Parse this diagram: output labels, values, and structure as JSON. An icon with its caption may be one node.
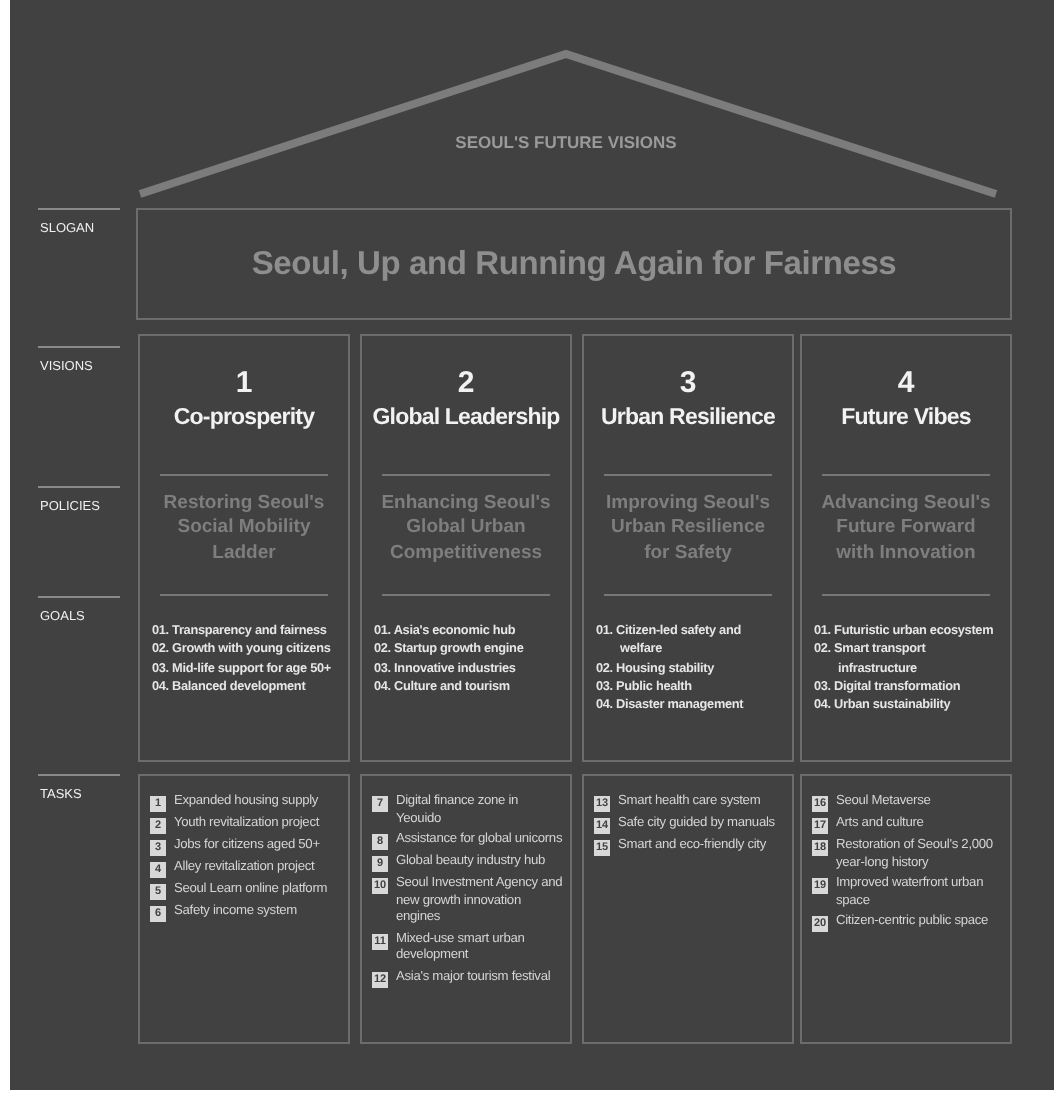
{
  "diagram": {
    "title": "SEOUL'S FUTURE VISIONS",
    "nodes": [
      {
        "text": [
          "Seoul, Up and Running Again for Fairness"
        ]
      },
      {
        "text": [
          "1",
          "Co-prosperity",
          "Restoring Seoul's Social Mobility Ladder",
          "01. Transparency and fairness",
          "02. Growth with young citizens",
          "03. Mid-life support for age 50+",
          "04. Balanced development"
        ]
      },
      {
        "text": [
          "2",
          "Global Leadership",
          "Enhancing Seoul's Global Urban Competitiveness",
          "01. Asia's economic hub",
          "02. Startup growth engine",
          "03. Innovative industries",
          "04. Culture and tourism"
        ]
      },
      {
        "text": [
          "3",
          "Urban Resilience",
          "Improving Seoul's Urban Resilience for Safety",
          "01. Citizen-led safety and welfare",
          "02. Housing stability",
          "03. Public health",
          "04. Disaster management"
        ]
      },
      {
        "text": [
          "4",
          "Future Vibes",
          "Advancing Seoul's Future Forward with Innovation",
          "01. Futuristic urban ecosystem",
          "02. Smart transport infrastructure",
          "03. Digital transformation",
          "04. Urban sustainability"
        ]
      },
      {
        "text": [
          "1",
          "Expanded housing supply",
          "2",
          "Youth revitalization project",
          "3",
          "Jobs for citizens aged 50+",
          "4",
          "Alley revitalization project",
          "5",
          "Seoul Learn online platform",
          "6",
          "Safety income system"
        ]
      },
      {
        "text": [
          "7",
          "Digital finance zone in Yeouido",
          "8",
          "Assistance for global unicorns",
          "9",
          "Global beauty industry hub",
          "10",
          "Seoul Investment Agency and new growth innovation engines",
          "11",
          "Mixed-use smart urban development",
          "12",
          "Asia's major tourism festival"
        ]
      },
      {
        "text": [
          "13",
          "Smart health care system",
          "14",
          "Safe city guided by manuals",
          "15",
          "Smart and eco-friendly city"
        ]
      },
      {
        "text": [
          "16",
          "Seoul Metaverse",
          "17",
          "Arts and culture",
          "18",
          "Restoration of Seoul's 2,000 year-long history",
          "19",
          "Improved waterfront urban space",
          "20",
          "Citizen-centric public space"
        ]
      }
    ],
    "labels": [
      "SLOGAN",
      "VISIONS",
      "POLICIES",
      "GOALS",
      "TASKS"
    ]
  }
}
